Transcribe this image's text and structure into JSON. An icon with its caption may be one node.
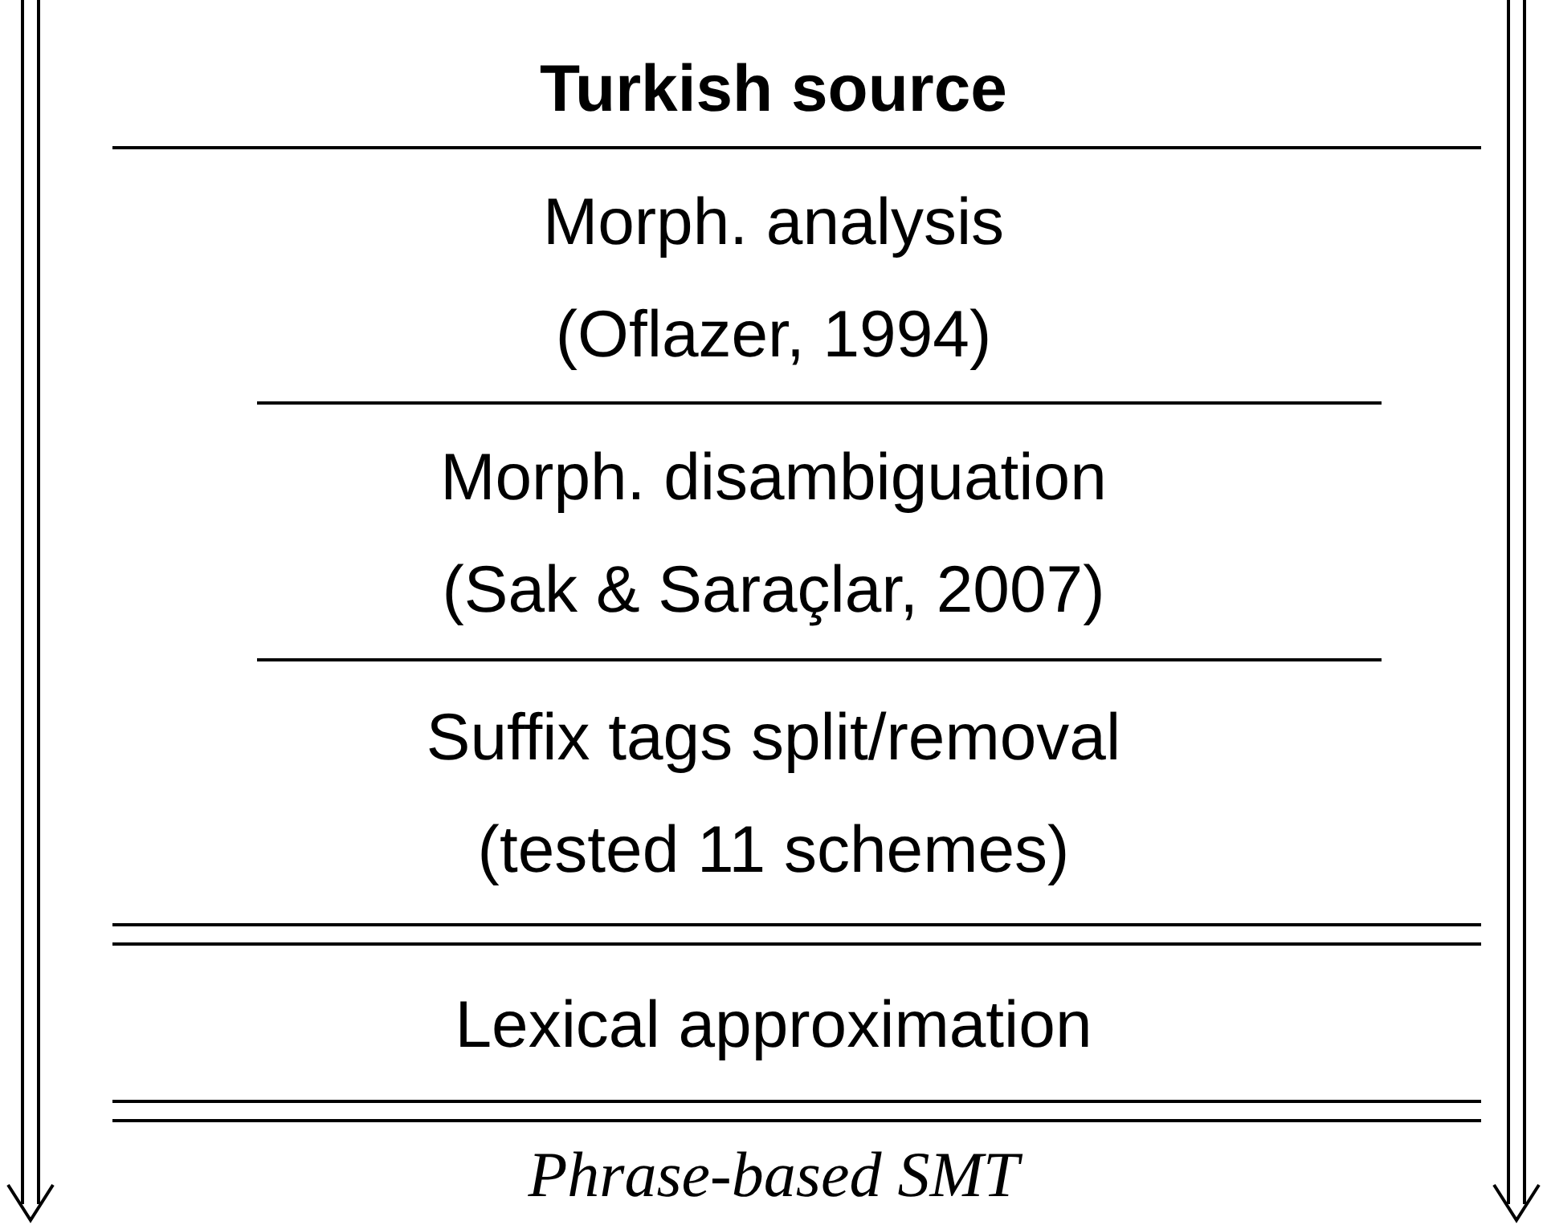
{
  "diagram": {
    "nodes": [
      {
        "text": [
          "Turkish source"
        ]
      },
      {
        "text": [
          "Morph. analysis",
          "(Oflazer, 1994)"
        ]
      },
      {
        "text": [
          "Morph. disambiguation",
          "(Sak & Saraçlar, 2007)"
        ]
      },
      {
        "text": [
          "Suffix tags split/removal",
          "(tested 11 schemes)"
        ]
      },
      {
        "text": [
          "Lexical approximation"
        ]
      },
      {
        "text": [
          "Phrase-based SMT"
        ]
      }
    ],
    "edges": []
  }
}
